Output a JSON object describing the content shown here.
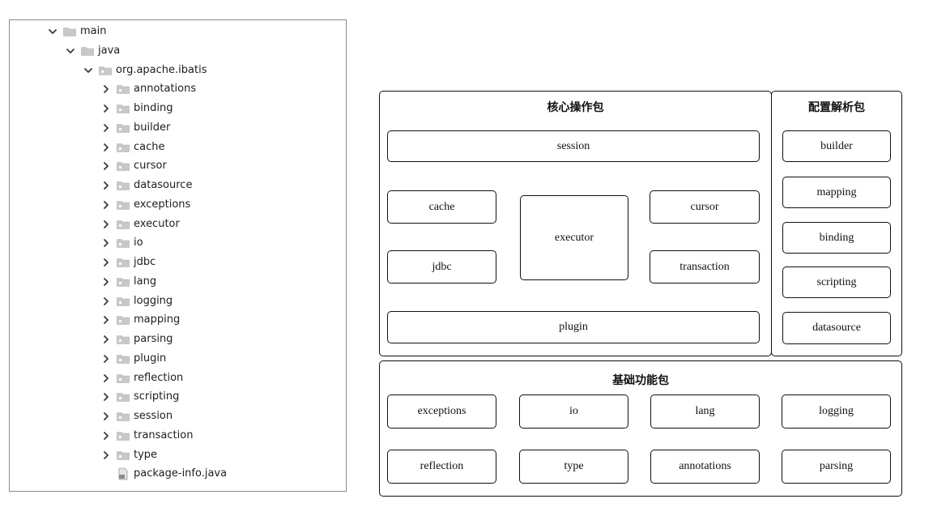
{
  "tree": {
    "items": [
      {
        "label": "main",
        "kind": "folder",
        "expanded": true
      },
      {
        "label": "java",
        "kind": "folder",
        "expanded": true
      },
      {
        "label": "org.apache.ibatis",
        "kind": "package",
        "expanded": true
      },
      {
        "label": "annotations",
        "kind": "package",
        "expanded": false
      },
      {
        "label": "binding",
        "kind": "package",
        "expanded": false
      },
      {
        "label": "builder",
        "kind": "package",
        "expanded": false
      },
      {
        "label": "cache",
        "kind": "package",
        "expanded": false
      },
      {
        "label": "cursor",
        "kind": "package",
        "expanded": false
      },
      {
        "label": "datasource",
        "kind": "package",
        "expanded": false
      },
      {
        "label": "exceptions",
        "kind": "package",
        "expanded": false
      },
      {
        "label": "executor",
        "kind": "package",
        "expanded": false
      },
      {
        "label": "io",
        "kind": "package",
        "expanded": false
      },
      {
        "label": "jdbc",
        "kind": "package",
        "expanded": false
      },
      {
        "label": "lang",
        "kind": "package",
        "expanded": false
      },
      {
        "label": "logging",
        "kind": "package",
        "expanded": false
      },
      {
        "label": "mapping",
        "kind": "package",
        "expanded": false
      },
      {
        "label": "parsing",
        "kind": "package",
        "expanded": false
      },
      {
        "label": "plugin",
        "kind": "package",
        "expanded": false
      },
      {
        "label": "reflection",
        "kind": "package",
        "expanded": false
      },
      {
        "label": "scripting",
        "kind": "package",
        "expanded": false
      },
      {
        "label": "session",
        "kind": "package",
        "expanded": false
      },
      {
        "label": "transaction",
        "kind": "package",
        "expanded": false
      },
      {
        "label": "type",
        "kind": "package",
        "expanded": false
      },
      {
        "label": "package-info.java",
        "kind": "file"
      }
    ]
  },
  "diagram": {
    "core": {
      "title": "核心操作包",
      "session": "session",
      "cache": "cache",
      "executor": "executor",
      "cursor": "cursor",
      "jdbc": "jdbc",
      "transaction": "transaction",
      "plugin": "plugin"
    },
    "config": {
      "title": "配置解析包",
      "builder": "builder",
      "mapping": "mapping",
      "binding": "binding",
      "scripting": "scripting",
      "datasource": "datasource"
    },
    "base": {
      "title": "基础功能包",
      "exceptions": "exceptions",
      "io": "io",
      "lang": "lang",
      "logging": "logging",
      "reflection": "reflection",
      "type": "type",
      "annotations": "annotations",
      "parsing": "parsing"
    }
  },
  "colors": {
    "folder": "#c8c8c8",
    "package_folder": "#c8c8c8",
    "chevron": "#3a3a3a",
    "border": "#111111"
  }
}
